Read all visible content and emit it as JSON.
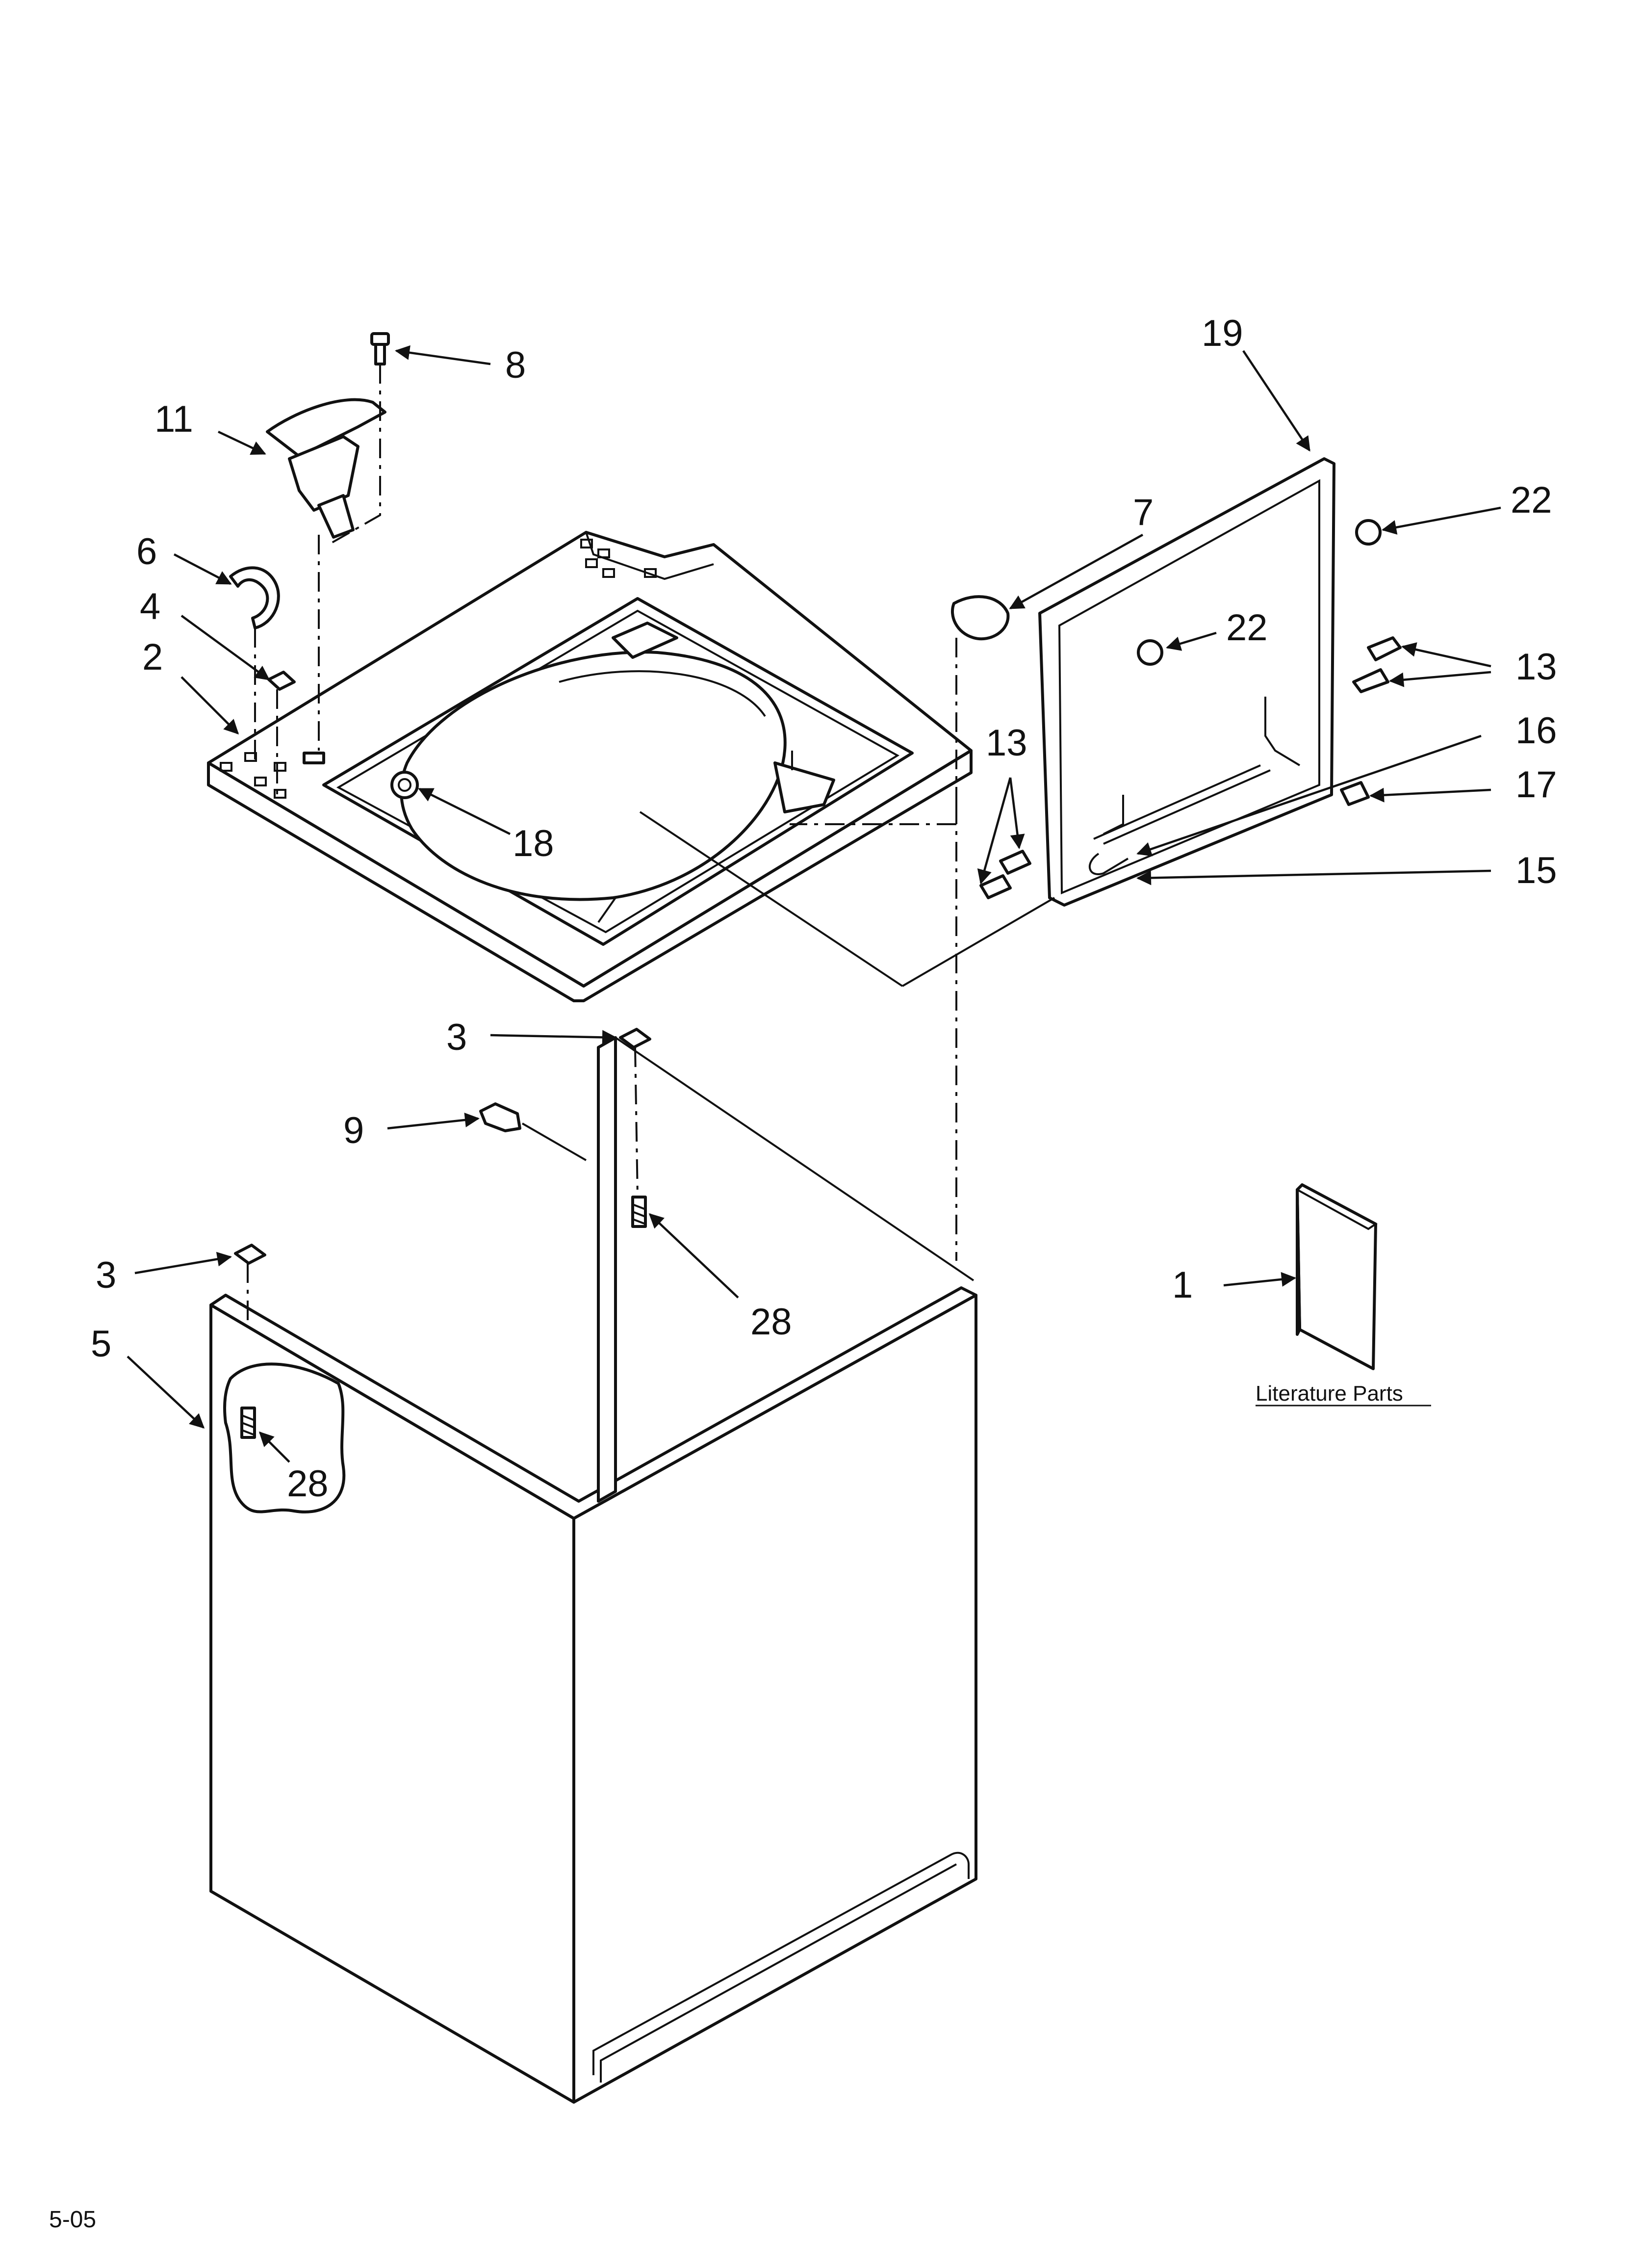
{
  "callouts": {
    "c1": "1",
    "c2": "2",
    "c3a": "3",
    "c3b": "3",
    "c4": "4",
    "c5": "5",
    "c6": "6",
    "c7": "7",
    "c8": "8",
    "c9": "9",
    "c11": "11",
    "c13a": "13",
    "c13b": "13",
    "c15": "15",
    "c16": "16",
    "c17": "17",
    "c18": "18",
    "c19": "19",
    "c22a": "22",
    "c22b": "22",
    "c28a": "28",
    "c28b": "28"
  },
  "literature_caption": "Literature Parts",
  "page_code": "5-05"
}
